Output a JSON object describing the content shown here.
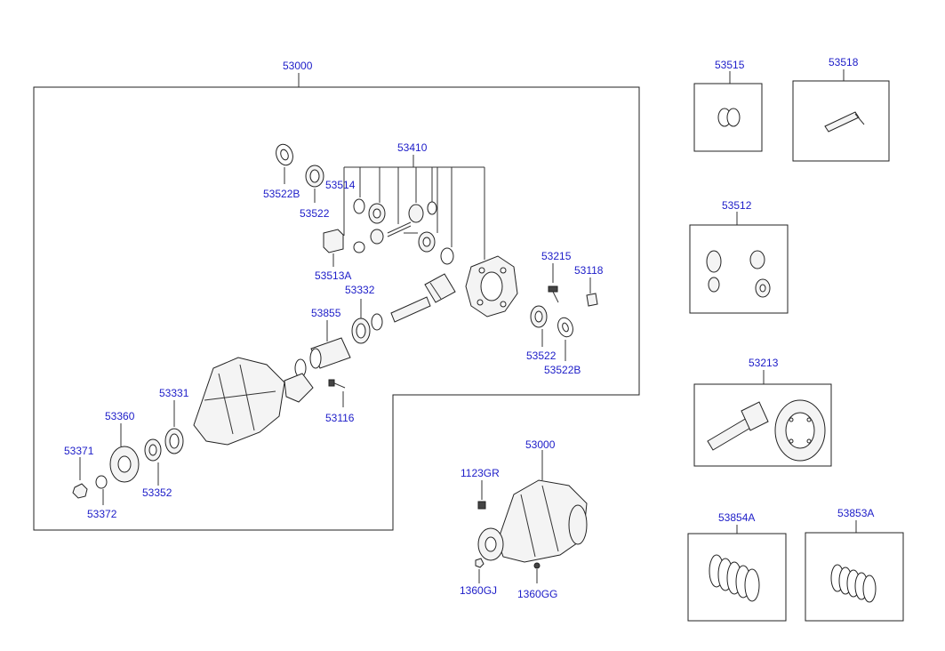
{
  "labels": {
    "main_assembly": "53000",
    "sub_assembly": "53000",
    "l53515": "53515",
    "l53518": "53518",
    "l53512": "53512",
    "l53213": "53213",
    "l53854a": "53854A",
    "l53853a": "53853A",
    "l53410": "53410",
    "l53522b_top": "53522B",
    "l53522_top": "53522",
    "l53514": "53514",
    "l53513a": "53513A",
    "l53332": "53332",
    "l53855": "53855",
    "l53215": "53215",
    "l53118": "53118",
    "l53522_bot": "53522",
    "l53522b_bot": "53522B",
    "l53331": "53331",
    "l53360": "53360",
    "l53371": "53371",
    "l53352": "53352",
    "l53372": "53372",
    "l53116": "53116",
    "l1123gr": "1123GR",
    "l1360gj": "1360GJ",
    "l1360gg": "1360GG"
  },
  "colors": {
    "label": "#1c1cc8",
    "line": "#222222"
  }
}
